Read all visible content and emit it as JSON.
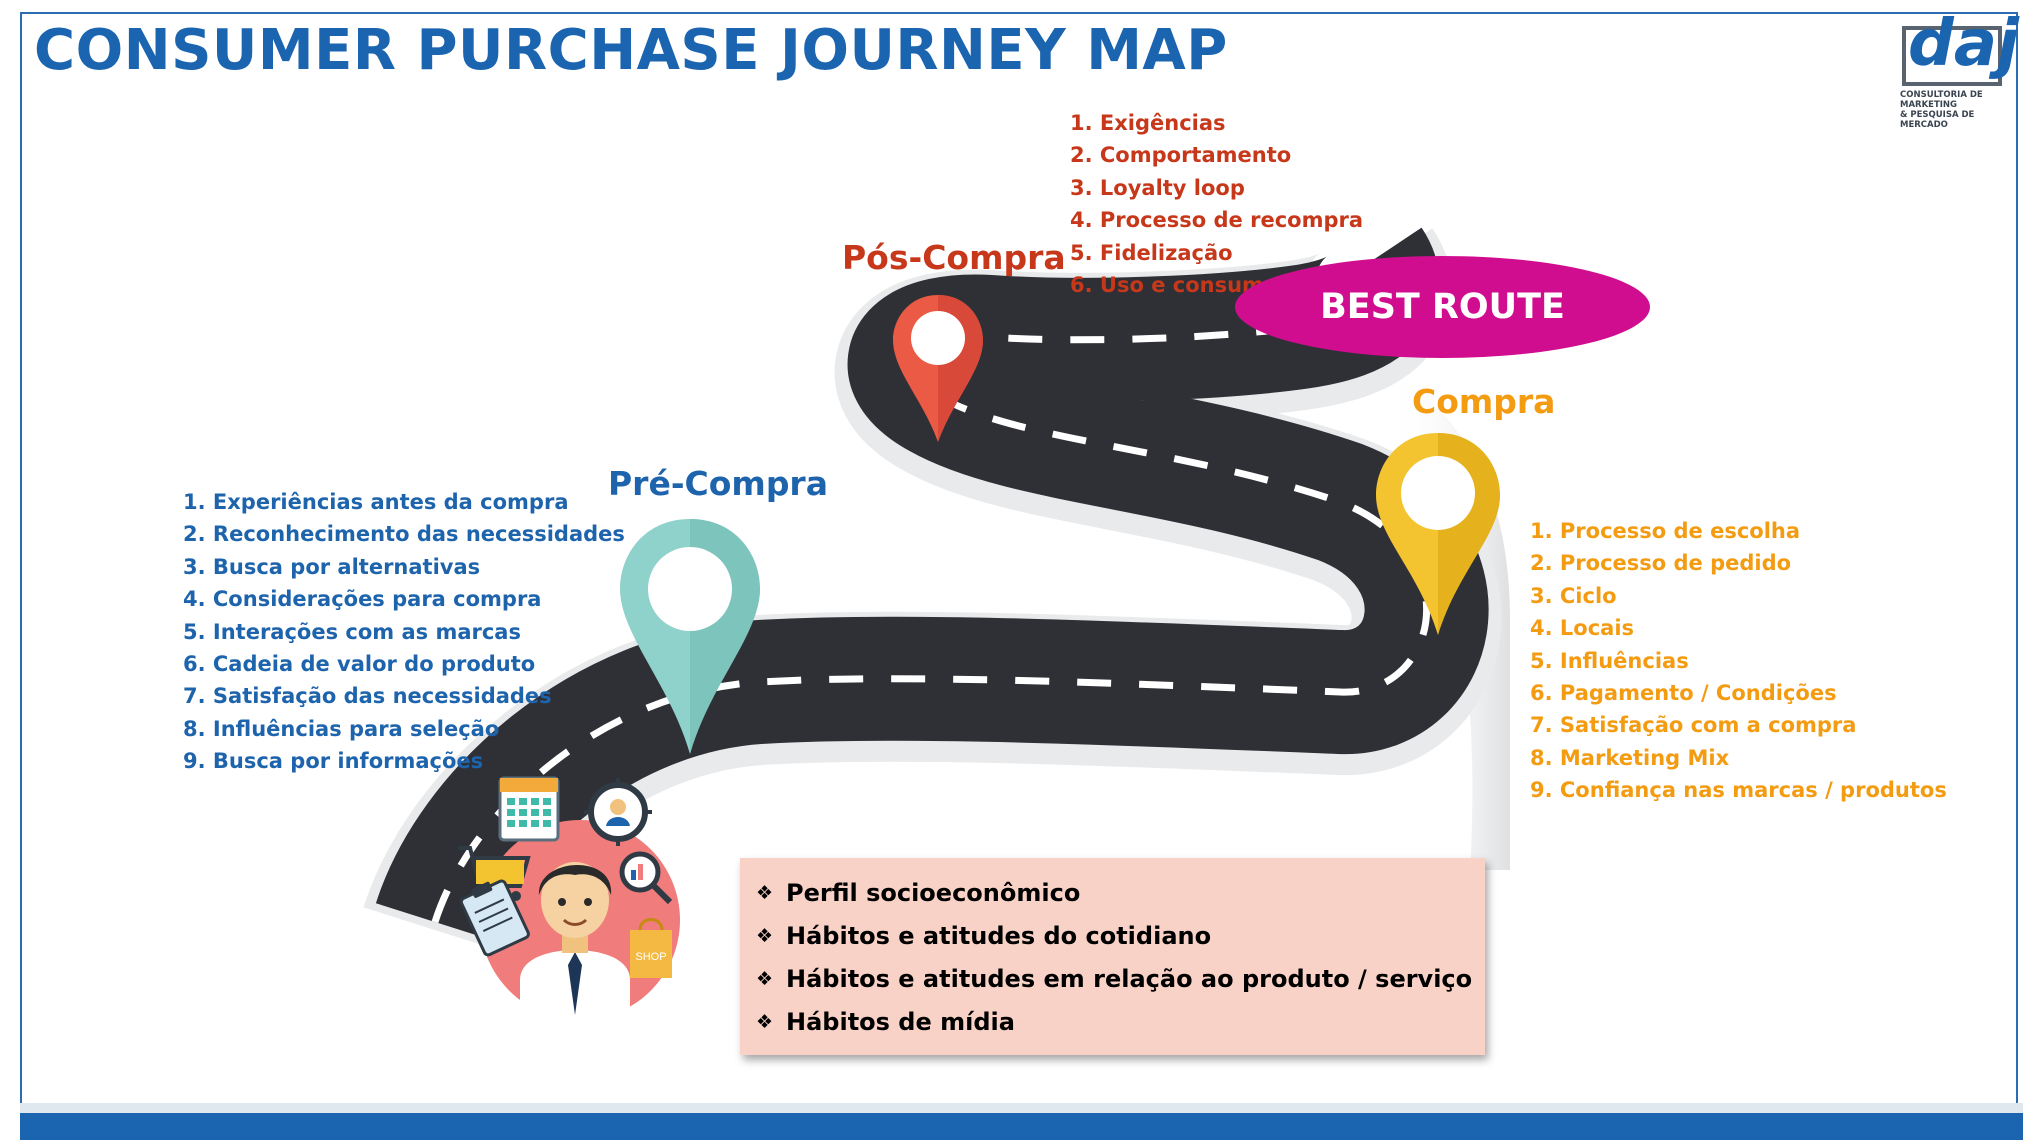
{
  "title": "CONSUMER PURCHASE JOURNEY MAP",
  "logo": {
    "text": "daj",
    "subtitle": "CONSULTORIA DE MARKETING\n& PESQUISA DE MERCADO"
  },
  "stages": {
    "pre": {
      "label": "Pré-Compra",
      "color": "#1d64ad",
      "pin_color": "#8fd2cb",
      "items": [
        "1. Experiências antes da compra",
        "2. Reconhecimento das necessidades",
        "3. Busca por alternativas",
        "4. Considerações para compra",
        "5. Interações com as marcas",
        "6. Cadeia de valor do produto",
        "7. Satisfação das necessidades",
        "8. Influências para seleção",
        "9. Busca por informações"
      ]
    },
    "pos": {
      "label": "Pós-Compra",
      "color": "#c7381b",
      "pin_color": "#ea5a44",
      "items": [
        "1. Exigências",
        "2. Comportamento",
        "3. Loyalty loop",
        "4. Processo de recompra",
        "5. Fidelização",
        "6. Uso e consumo"
      ]
    },
    "compra": {
      "label": "Compra",
      "color": "#f39c12",
      "pin_color": "#f4c430",
      "items": [
        "1. Processo de escolha",
        "2. Processo de pedido",
        "3. Ciclo",
        "4. Locais",
        "5. Influências",
        "6. Pagamento / Condições",
        "7. Satisfação com a compra",
        "8. Marketing Mix",
        "9. Confiança nas marcas / produtos"
      ]
    }
  },
  "best_route": {
    "label": "BEST ROUTE",
    "color": "#d00d8f"
  },
  "info_box": {
    "bullet": "❖",
    "items": [
      "Perfil socioeconômico",
      "Hábitos e atitudes do cotidiano",
      "Hábitos e atitudes em relação ao produto / serviço",
      "Hábitos de mídia"
    ]
  },
  "colors": {
    "title": "#1a64b0",
    "road": "#2f3036",
    "road_edge": "#e9eaec",
    "info_bg": "#f8d2c6",
    "bottom_bar": "#1a64b0"
  },
  "icons": [
    "calendar-icon",
    "target-user-icon",
    "shopping-cart-icon",
    "clipboard-icon",
    "magnifier-chart-icon",
    "shopping-bag-icon",
    "consumer-avatar-icon"
  ],
  "shopping_bag_text": "SHOP"
}
